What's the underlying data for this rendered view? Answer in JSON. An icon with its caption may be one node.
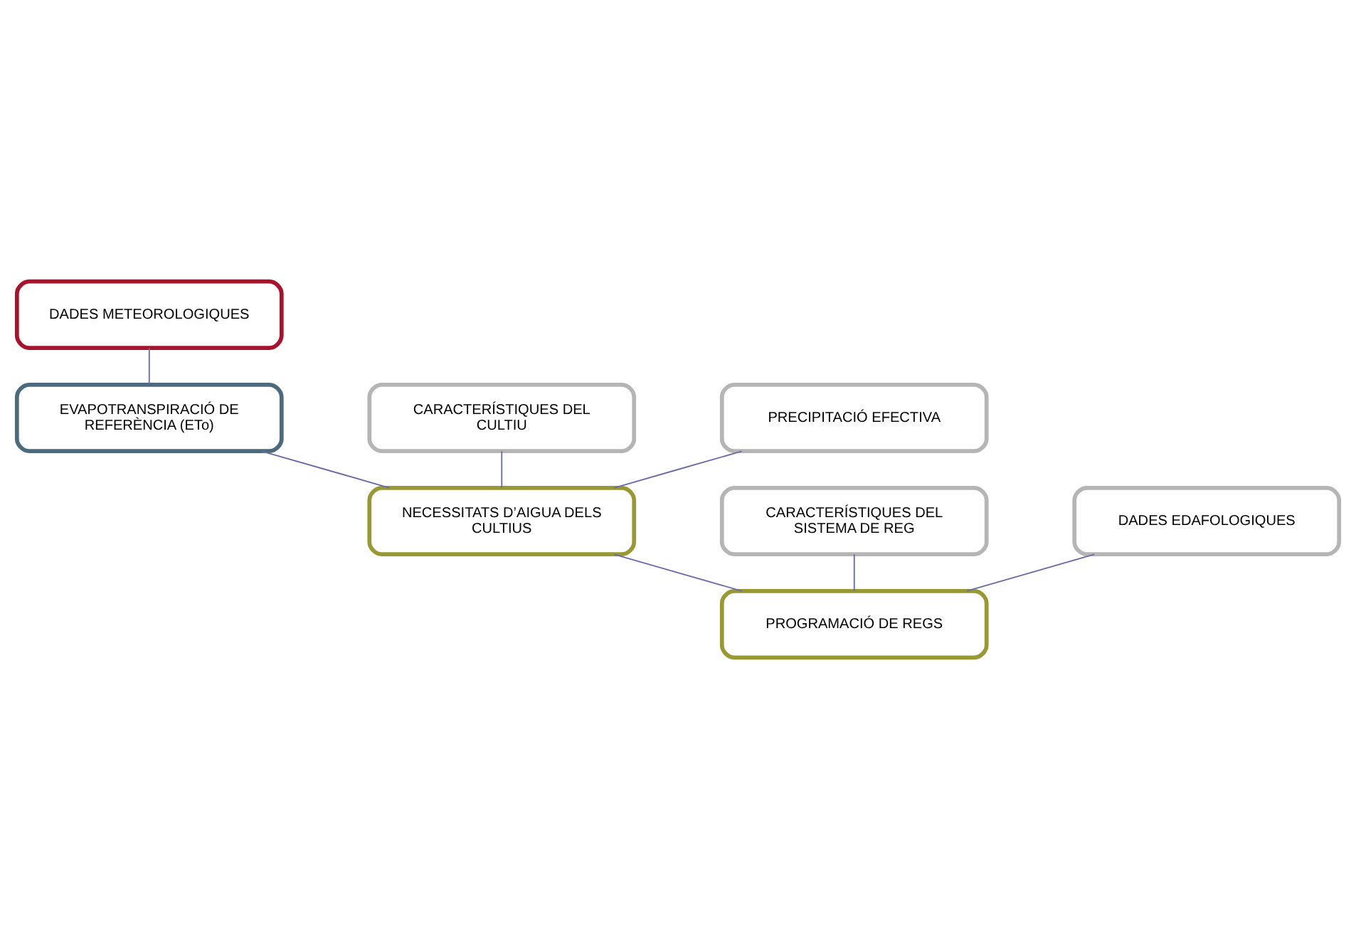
{
  "diagram": {
    "nodes": [
      {
        "text": [
          "DADES METEOROLOGIQUES"
        ]
      },
      {
        "text": [
          "EVAPOTRANSPIRACIÓ DE REFERÈNCIA (ETo)"
        ]
      },
      {
        "text": [
          "CARACTERÍSTIQUES DEL CULTIU"
        ]
      },
      {
        "text": [
          "PRECIPITACIÓ EFECTIVA"
        ]
      },
      {
        "text": [
          "NECESSITATS D’AIGUA DELS CULTIUS"
        ]
      },
      {
        "text": [
          "CARACTERÍSTIQUES DEL SISTEMA DE REG"
        ]
      },
      {
        "text": [
          "DADES EDAFOLOGIQUES"
        ]
      },
      {
        "text": [
          "PROGRAMACIÓ DE REGS"
        ]
      }
    ],
    "edges": [
      {
        "from": 0,
        "to": 1,
        "arrow": "none"
      },
      {
        "from": 1,
        "to": 4,
        "arrow": "none"
      },
      {
        "from": 2,
        "to": 4,
        "arrow": "none"
      },
      {
        "from": 3,
        "to": 4,
        "arrow": "none"
      },
      {
        "from": 4,
        "to": 7,
        "arrow": "none"
      },
      {
        "from": 5,
        "to": 7,
        "arrow": "none"
      },
      {
        "from": 6,
        "to": 7,
        "arrow": "none"
      }
    ]
  }
}
